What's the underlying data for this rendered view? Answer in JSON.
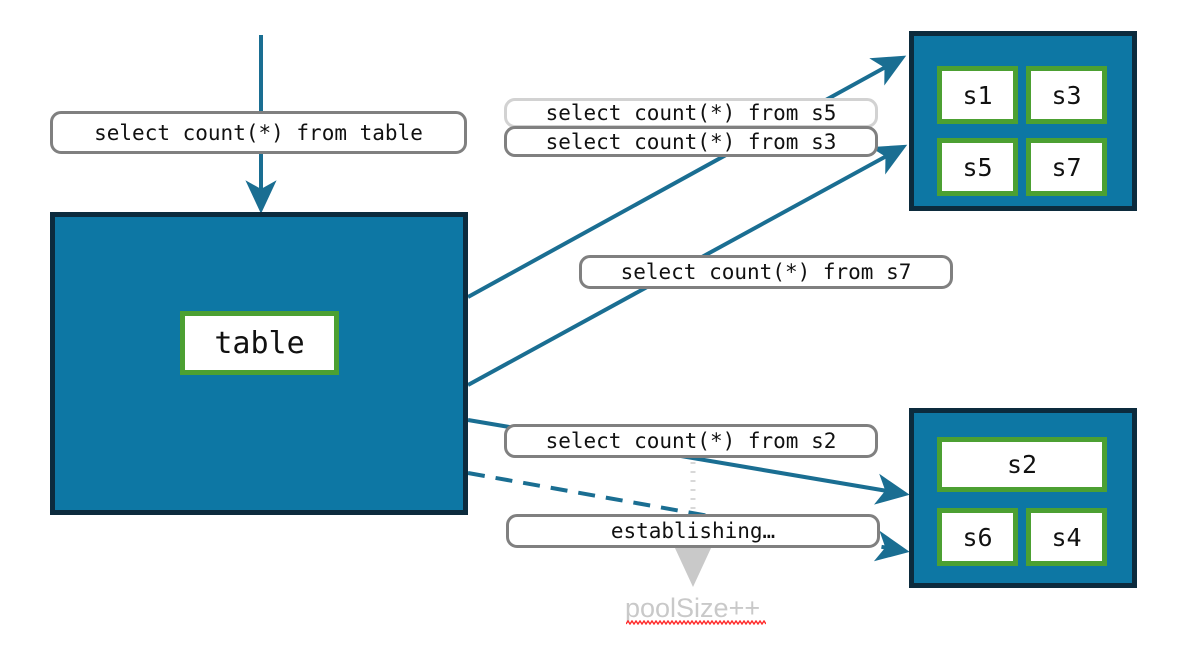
{
  "diagram": {
    "title": "connection pool query routing diagram",
    "colors": {
      "node_fill": "#0d77a4",
      "node_border": "#0c2b3d",
      "leaf_border": "#4ca032",
      "leaf_fill": "#ffffff",
      "edge": "#1a6e92",
      "pill_border": "#808080",
      "pill_border_faded": "#d2d2d2",
      "ghost_text": "#c9c9c9",
      "spellcheck_underline": "#ff0000",
      "dotted_guide": "#d8d8d8"
    },
    "labels": {
      "entry_query": "select count(*) from table",
      "query_s5": "select count(*) from s5",
      "query_s3": "select count(*) from s3",
      "query_s7": "select count(*) from s7",
      "query_s2": "select count(*) from s2",
      "establishing": "establishing…",
      "pool_size": "poolSize++"
    },
    "table_node": {
      "label": "table"
    },
    "pool_top": {
      "name": "top-connection-pool",
      "slots": [
        "s1",
        "s3",
        "s5",
        "s7"
      ]
    },
    "pool_bottom": {
      "name": "bottom-connection-pool",
      "slots": [
        "s2",
        "s6",
        "s4"
      ]
    },
    "edges": [
      {
        "name": "entry-arrow",
        "from": "entry_query",
        "to": "table_node",
        "style": "solid"
      },
      {
        "name": "table-to-s5-arrow",
        "from": "table_node",
        "to": "s5",
        "style": "solid"
      },
      {
        "name": "table-to-s3-arrow",
        "from": "table_node",
        "to": "s3",
        "style": "solid"
      },
      {
        "name": "table-to-s2-arrow",
        "from": "table_node",
        "to": "s2",
        "style": "solid"
      },
      {
        "name": "table-to-s4-arrow",
        "from": "table_node",
        "to": "s4",
        "style": "dashed"
      },
      {
        "name": "establishing-to-poolsize-arrow",
        "from": "establishing",
        "to": "pool_size",
        "style": "dotted"
      }
    ]
  }
}
